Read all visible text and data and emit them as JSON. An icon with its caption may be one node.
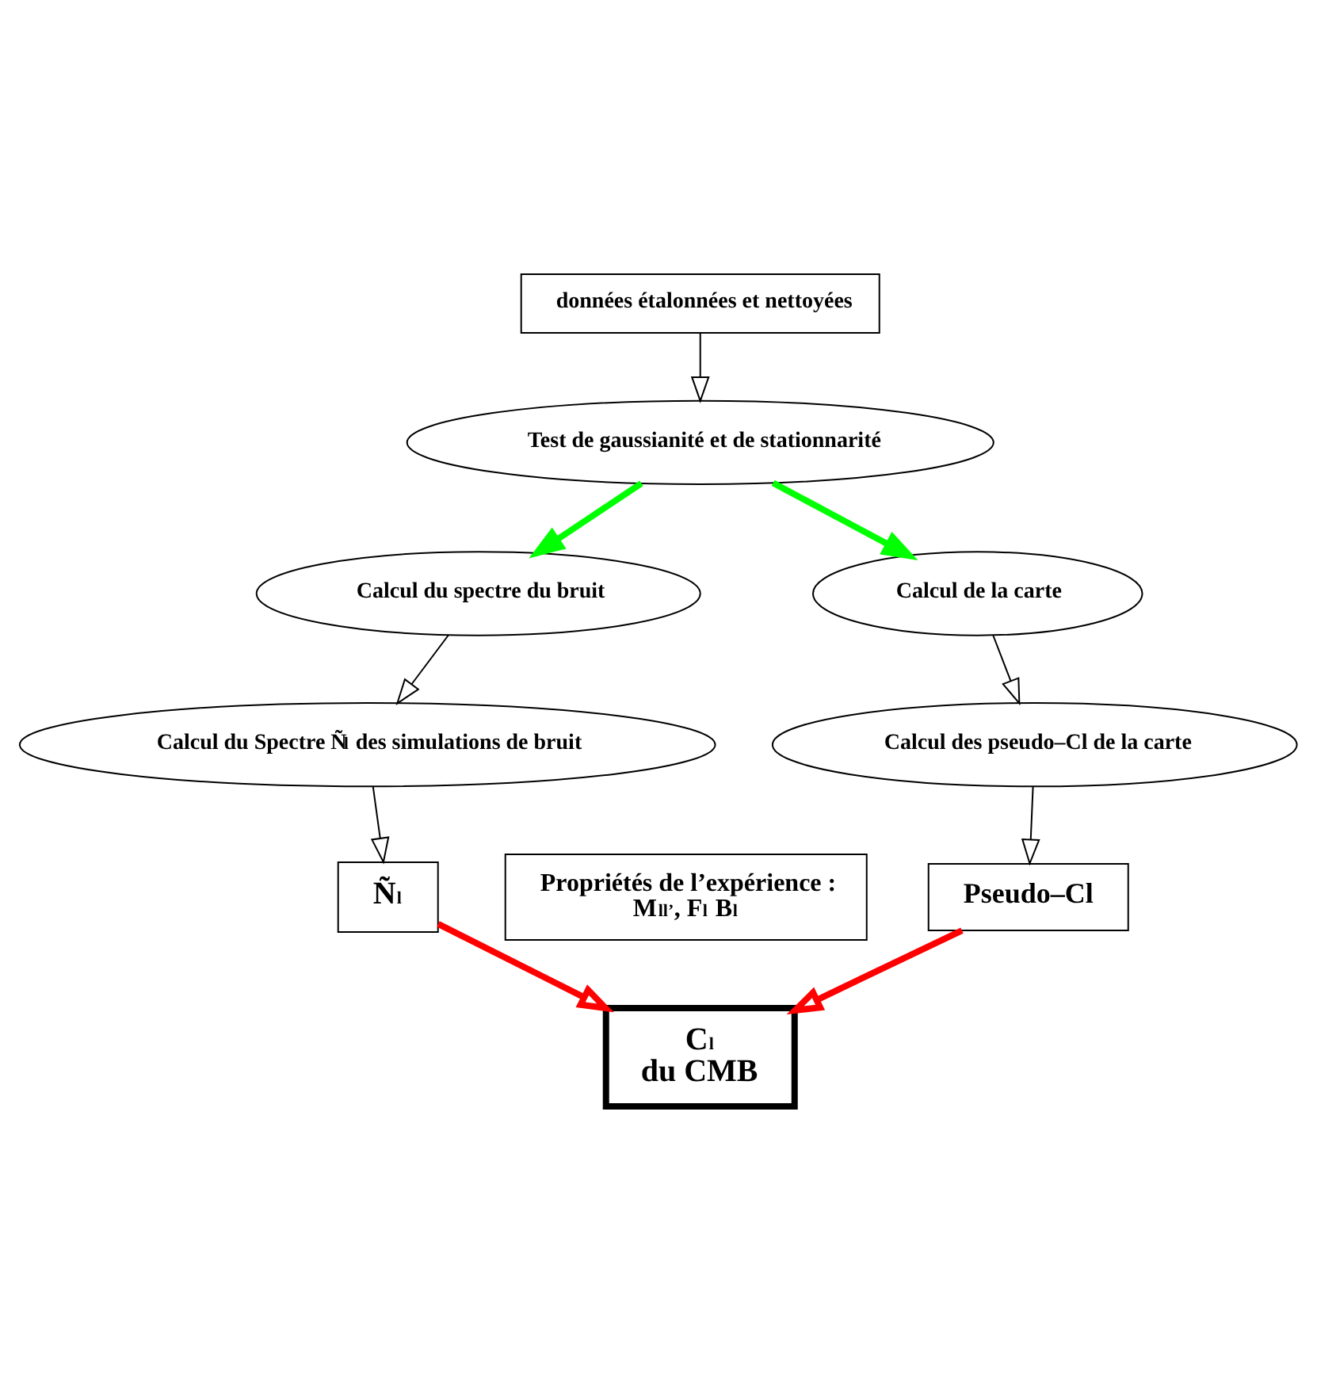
{
  "diagram": {
    "nodes": [
      {
        "text": [
          "données étalonnées et nettoyées"
        ]
      },
      {
        "text": [
          "Test de gaussianité et de stationnarité"
        ]
      },
      {
        "text": [
          "Calcul du spectre du bruit"
        ]
      },
      {
        "text": [
          "Calcul de la carte"
        ]
      },
      {
        "text": [
          "Calcul du Spectre Ñ$_{l}$ des simulations de bruit"
        ]
      },
      {
        "text": [
          "Calcul des pseudo–Cl de la carte"
        ]
      },
      {
        "text": [
          "Ñ$_{l}$"
        ]
      },
      {
        "text": [
          "Propriétés de l’expérience :",
          "M$_{ll’}$, F$_{l}$ B$_{l}$"
        ]
      },
      {
        "text": [
          "Pseudo–Cl"
        ]
      },
      {
        "text": [
          "C$_{l}$",
          "du CMB"
        ]
      }
    ],
    "edges": [
      {
        "from": 0,
        "to": 1,
        "arrow": "to"
      },
      {
        "from": 1,
        "to": 2,
        "arrow": "to",
        "style": "thick",
        "color": "#00ff00"
      },
      {
        "from": 1,
        "to": 3,
        "arrow": "to",
        "style": "thick",
        "color": "#00ff00"
      },
      {
        "from": 2,
        "to": 4,
        "arrow": "to"
      },
      {
        "from": 3,
        "to": 5,
        "arrow": "to"
      },
      {
        "from": 4,
        "to": 6,
        "arrow": "to"
      },
      {
        "from": 5,
        "to": 8,
        "arrow": "to"
      },
      {
        "from": 6,
        "to": 9,
        "arrow": "to",
        "style": "thick",
        "color": "#ff0000"
      },
      {
        "from": 8,
        "to": 9,
        "arrow": "to",
        "style": "thick",
        "color": "#ff0000"
      }
    ]
  }
}
